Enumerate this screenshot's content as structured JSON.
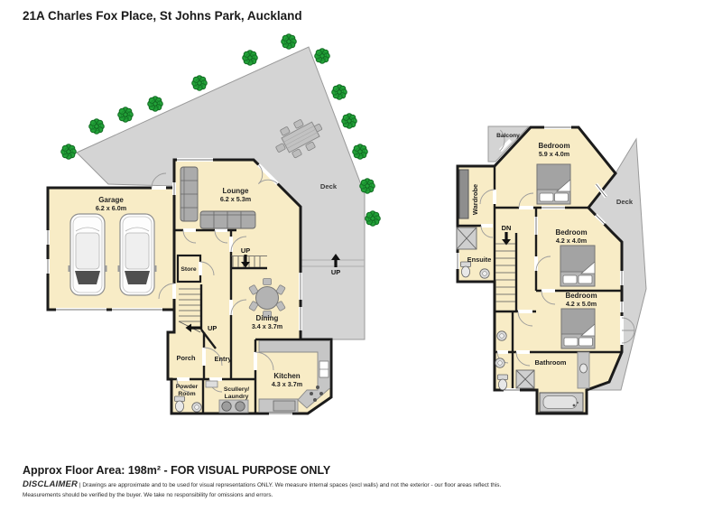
{
  "title": "21A Charles Fox Place, St Johns Park, Auckland",
  "ground_floor": {
    "deck": "Deck",
    "garage": {
      "name": "Garage",
      "dims": "6.2 x 6.0m"
    },
    "lounge": {
      "name": "Lounge",
      "dims": "6.2 x 5.3m"
    },
    "store": "Store",
    "dining": {
      "name": "Dining",
      "dims": "3.4 x 3.7m"
    },
    "kitchen": {
      "name": "Kitchen",
      "dims": "4.3 x 3.7m"
    },
    "entry": "Entry",
    "porch": "Porch",
    "powder_room": {
      "line1": "Powder",
      "line2": "Room"
    },
    "scullery": {
      "line1": "Scullery/",
      "line2": "Laundry"
    },
    "up": "UP"
  },
  "upper_floor": {
    "balcony": "Balcony",
    "deck": "Deck",
    "bedroom1": {
      "name": "Bedroom",
      "dims": "5.9 x 4.0m"
    },
    "bedroom2": {
      "name": "Bedroom",
      "dims": "4.2 x 4.0m"
    },
    "bedroom3": {
      "name": "Bedroom",
      "dims": "4.2 x 5.0m"
    },
    "wardrobe": "Wardrobe",
    "ensuite": "Ensuite",
    "bathroom": "Bathroom",
    "dn": "DN"
  },
  "footer": {
    "area": "Approx Floor Area: 198m² - FOR VISUAL PURPOSE ONLY",
    "disclaimer_label": "DISCLAIMER",
    "disclaimer_line1": "| Drawings are approximate and to be used for visual representations ONLY. We measure internal spaces (excl walls) and not the exterior - our floor areas reflect this.",
    "disclaimer_line2": "Measurements should be verified by the buyer. We take no responsibility for omissions and errors."
  },
  "colors": {
    "room_fill": "#f8ecc6",
    "deck_fill": "#d4d4d4",
    "wall": "#1b1b1b",
    "tree_green": "#23a339",
    "furniture_gray": "#ababab"
  }
}
